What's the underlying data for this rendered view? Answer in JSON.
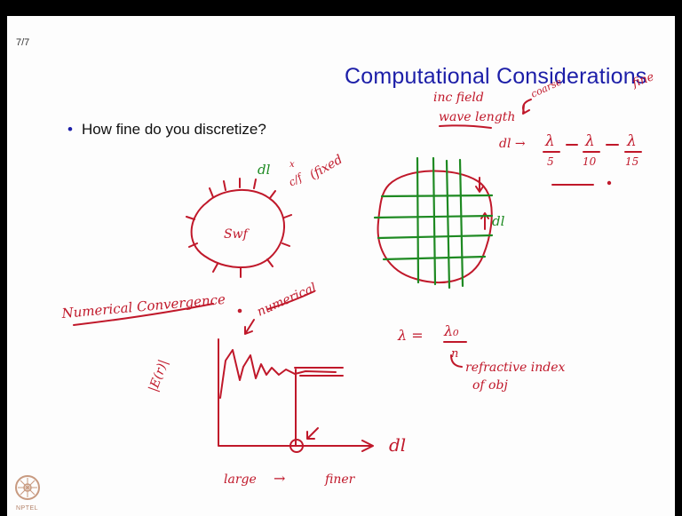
{
  "slide": {
    "page_number": "7/7",
    "title": "Computational Considerations",
    "bullet": "How fine do you discretize?",
    "logo_text": "NPTEL"
  },
  "annotations": {
    "inc_field": "inc field",
    "wave_length": "wave length",
    "coarse": "coarse",
    "fine": "fine",
    "dl_arrow": "dl →",
    "lambda": "λ",
    "d5": "5",
    "d10": "10",
    "d15": "15",
    "dash": "—",
    "c_over_f": "c/f",
    "fixed": "(fixed",
    "x_mark": "x",
    "dl_top": "dl",
    "swf": "Swf",
    "dl_grid": "dl",
    "numerical_convergence": "Numerical Convergence",
    "numerical": "numerical",
    "lambda_eq": "λ =",
    "lambda0": "λ₀",
    "n": "n",
    "refractive_index": "refractive index",
    "of_obj": "of obj",
    "abs_E": "|E(r)|",
    "dl_axis": "dl",
    "large": "large",
    "arrow": "→",
    "finer": "finer"
  },
  "colors": {
    "title": "#1c1ea8",
    "ink_red": "#c0182a",
    "ink_green": "#1e8a22",
    "background": "#000000",
    "slide": "#fdfdfd"
  }
}
